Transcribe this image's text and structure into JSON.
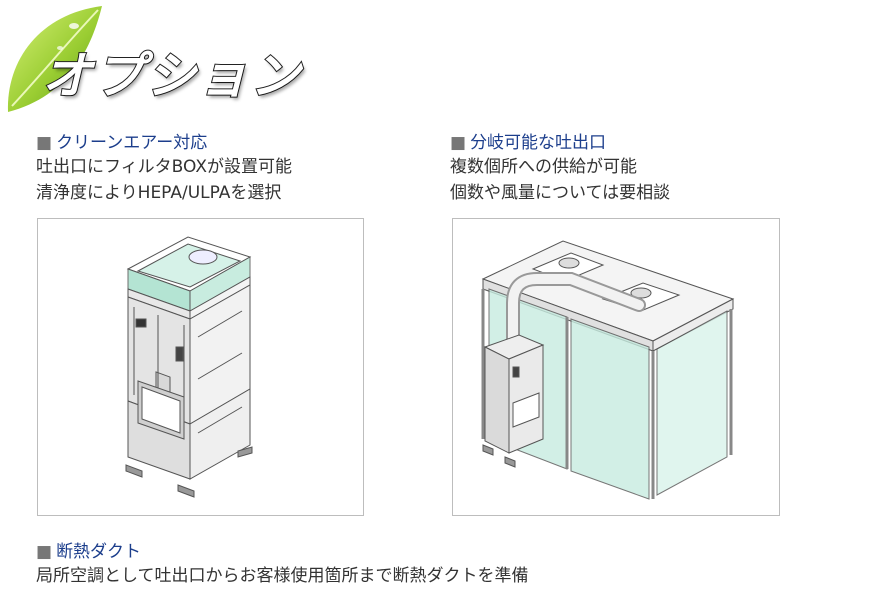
{
  "title": "オプション",
  "sections": [
    {
      "bullet": "■",
      "heading": "クリーンエアー対応",
      "lines": [
        "吐出口にフィルタBOXが設置可能",
        "清浄度によりHEPA/ULPAを選択"
      ]
    },
    {
      "bullet": "■",
      "heading": "分岐可能な吐出口",
      "lines": [
        "複数個所への供給が可能",
        "個数や風量については要相談"
      ]
    },
    {
      "bullet": "■",
      "heading": "断熱ダクト",
      "lines": [
        "局所空調として吐出口からお客様使用箇所まで断熱ダクトを準備"
      ]
    }
  ],
  "icons": [
    "leaf-icon"
  ],
  "colors": {
    "heading": "#1c3e8c",
    "filter_tint": "#a8e0cc",
    "booth_tint": "#c7ece0"
  }
}
